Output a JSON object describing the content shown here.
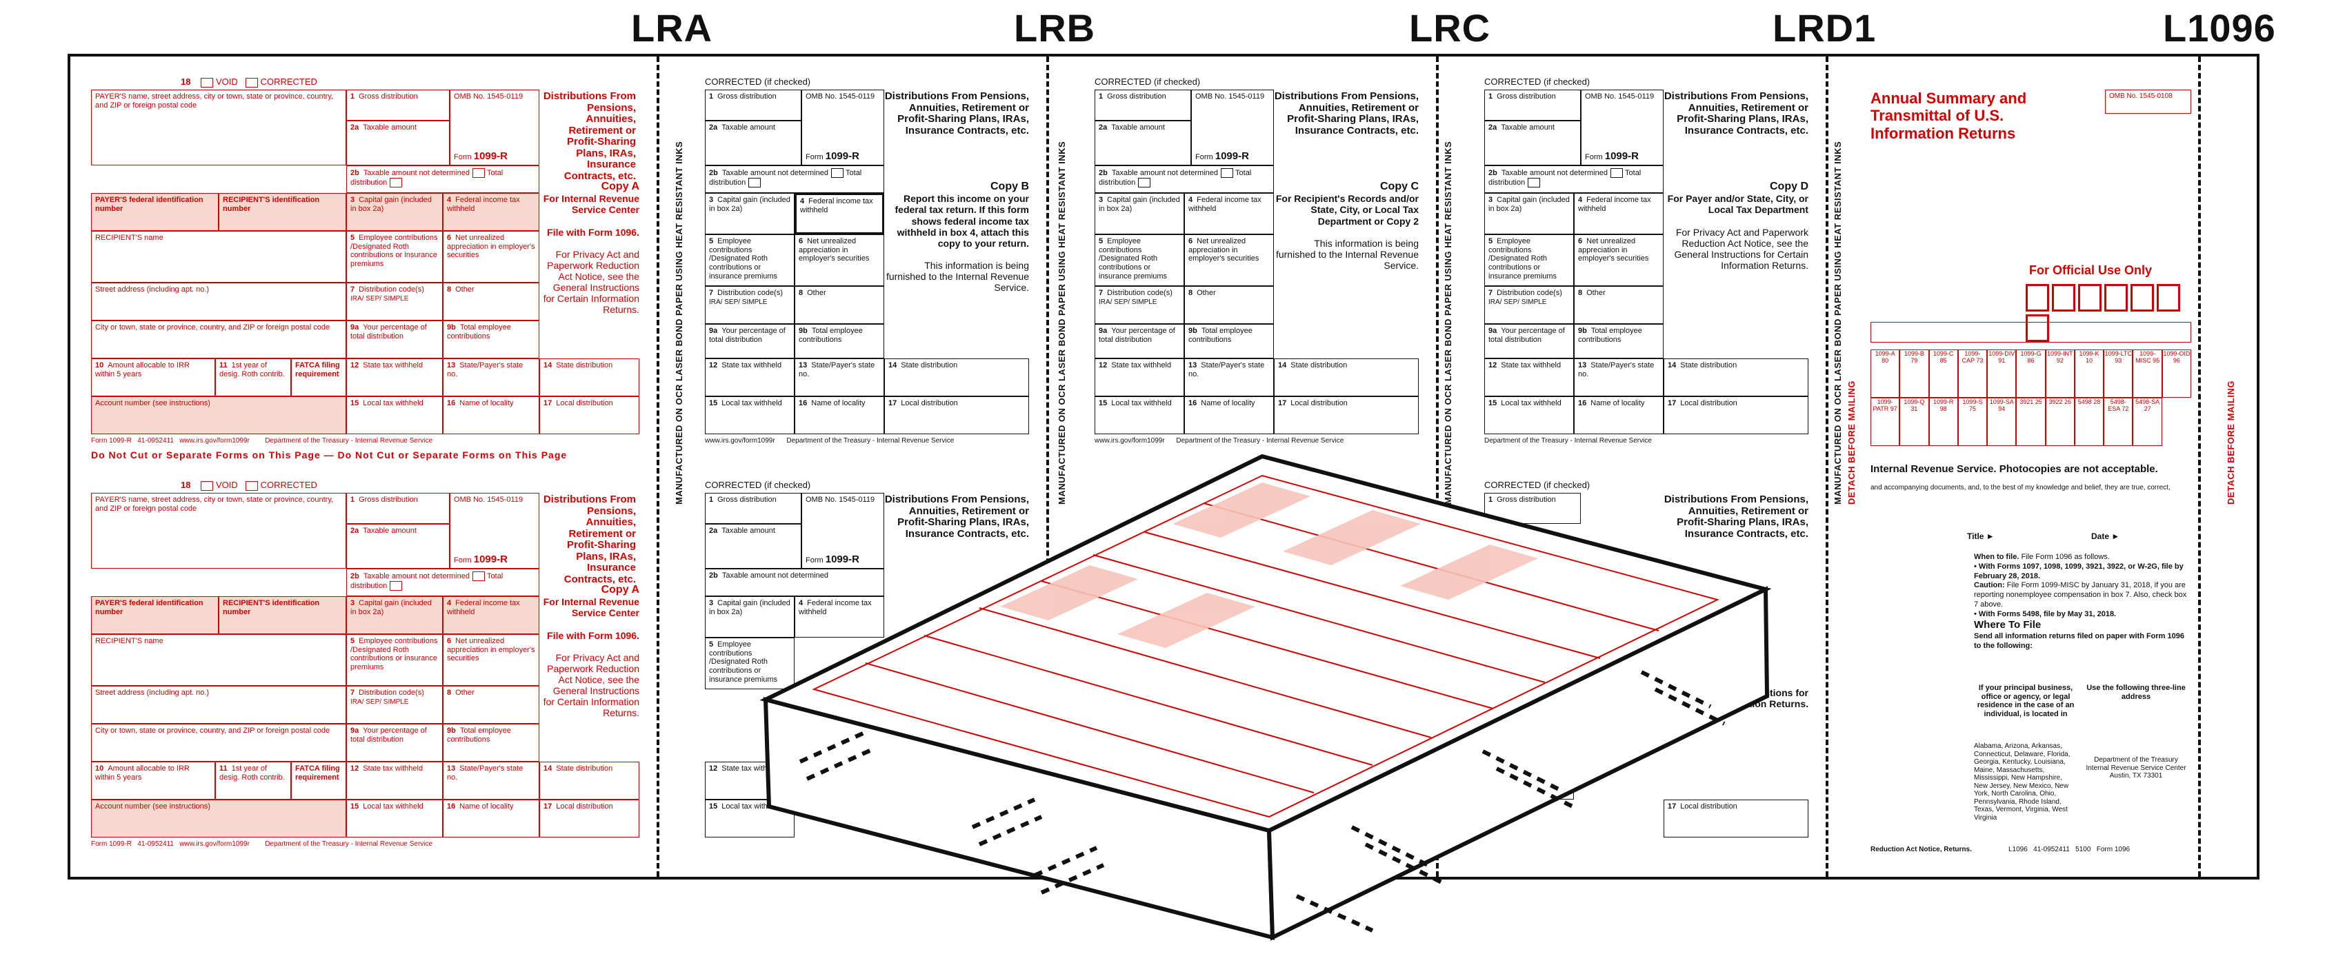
{
  "labels": {
    "lra": "LRA",
    "lrb": "LRB",
    "lrc": "LRC",
    "lrd1": "LRD1",
    "l1096": "L1096"
  },
  "side_text": "MANUFACTURED ON OCR LASER BOND PAPER USING HEAT RESISTANT INKS",
  "side_text2": "DETACH BEFORE MAILING",
  "form": {
    "void": "VOID",
    "corrected": "CORRECTED",
    "corrected_if_checked": "CORRECTED (if checked)",
    "payer_name": "PAYER'S name, street address, city or town, state or province, country, and ZIP or foreign postal code",
    "gross": "Gross distribution",
    "omb": "OMB No. 1545-0119",
    "year": "18",
    "taxable": "Taxable amount",
    "taxable_nd": "Taxable amount not determined",
    "total_dist": "Total distribution",
    "form_no": "1099-R",
    "title": "Distributions From Pensions, Annuities, Retirement or Profit-Sharing Plans, IRAs, Insurance Contracts, etc.",
    "payer_tin": "PAYER'S federal identification number",
    "recip_tin": "RECIPIENT'S identification number",
    "cap_gain": "Capital gain (included in box 2a)",
    "fed_tax": "Federal income tax withheld",
    "recip_name": "RECIPIENT'S name",
    "emp_contrib": "Employee contributions /Designated Roth contributions or insurance premiums",
    "unrealized": "Net unrealized appreciation in employer's securities",
    "street": "Street address (including apt. no.)",
    "dist_code": "Distribution code(s)",
    "ira": "IRA/ SEP/ SIMPLE",
    "other": "Other",
    "city": "City or town, state or province, country, and ZIP or foreign postal code",
    "pct_total": "Your percentage of total distribution",
    "total_emp": "Total employee contributions",
    "amt_irr": "Amount allocable to IRR within 5 years",
    "first_year": "1st year of desig. Roth contrib.",
    "fatca": "FATCA filing requirement",
    "state_tax": "State tax withheld",
    "state_no": "State/Payer's state no.",
    "state_dist": "State distribution",
    "account": "Account number (see instructions)",
    "local_tax": "Local tax withheld",
    "locality": "Name of locality",
    "local_dist": "Local distribution",
    "form_footer": "Form 1099-R",
    "cat_no": "41-0952411",
    "irs_url": "www.irs.gov/form1099r",
    "dept": "Department of the Treasury - Internal Revenue Service",
    "do_not_cut": "Do Not Cut or Separate Forms on This Page — Do Not Cut or Separate Forms on This Page",
    "copy_a": "Copy A",
    "copy_a_for": "For Internal Revenue Service Center",
    "file_with": "File with Form 1096.",
    "privacy": "For Privacy Act and Paperwork Reduction Act Notice, see the General Instructions for Certain Information Returns.",
    "copy_b": "Copy B",
    "copy_b_text": "Report this income on your federal tax return. If this form shows federal income tax withheld in box 4, attach this copy to your return.",
    "copy_b_note": "This information is being furnished to the Internal Revenue Service.",
    "copy_c": "Copy C",
    "copy_c_text": "For Recipient's Records and/or State, City, or Local Tax Department or Copy 2",
    "copy_c_note": "This information is being furnished to the Internal Revenue Service.",
    "copy_d": "Copy D",
    "copy_d_text": "For Payer and/or State, City, or Local Tax Department",
    "instructions_2017": "2017 General Instructions for Certain Information Returns."
  },
  "f1096": {
    "title": "Annual Summary and Transmittal of U.S. Information Returns",
    "omb": "OMB No. 1545-0108",
    "official": "For Official Use Only",
    "photocopies": "Internal Revenue Service. Photocopies are not acceptable.",
    "perjury": "and accompanying documents, and, to the best of my knowledge and belief, they are true, correct,",
    "title_lbl": "Title ►",
    "date_lbl": "Date ►",
    "when": "When to file.",
    "when_text": "File Form 1096 as follows.",
    "with1": "• With Forms 1097, 1098, 1099, 3921, 3922, or W-2G, file by February 28, 2018.",
    "caution": "Caution:",
    "caution_text": "File Form 1099-MISC by January 31, 2018, if you are reporting nonemployee compensation in box 7. Also, check box 7 above.",
    "with2": "• With Forms 5498, file by May 31, 2018.",
    "where": "Where To File",
    "where_text": "Send all information returns filed on paper with Form 1096 to the following:",
    "col1": "If your principal business, office or agency, or legal residence in the case of an individual, is located in",
    "col2": "Use the following three-line address",
    "states": "Alabama, Arizona, Arkansas, Connecticut, Delaware, Florida, Georgia, Kentucky, Louisiana, Maine, Massachusetts, Mississippi, New Hampshire, New Jersey, New Mexico, New York, North Carolina, Ohio, Pennsylvania, Rhode Island, Texas, Vermont, Virginia, West Virginia",
    "address": "Department of the Treasury Internal Revenue Service Center Austin, TX 73301",
    "footer": "Reduction Act Notice, Returns.",
    "footer2": "L1096",
    "footer3": "41-0952411",
    "footer4": "5100",
    "footer5": "Form 1096",
    "codes": [
      "1099-A 80",
      "1099-B 79",
      "1099-C 85",
      "1099-CAP 73",
      "1099-DIV 91",
      "1099-G 86",
      "1099-INT 92",
      "1099-K 10",
      "1099-LTC 93",
      "1099-MISC 95",
      "1099-OID 96",
      "1099-PATR 97",
      "1099-Q 31",
      "1099-R 98",
      "1099-S 75",
      "1099-SA 94",
      "3921 25",
      "3922 26",
      "5498 28",
      "5498-ESA 72",
      "5498-SA 27"
    ]
  }
}
